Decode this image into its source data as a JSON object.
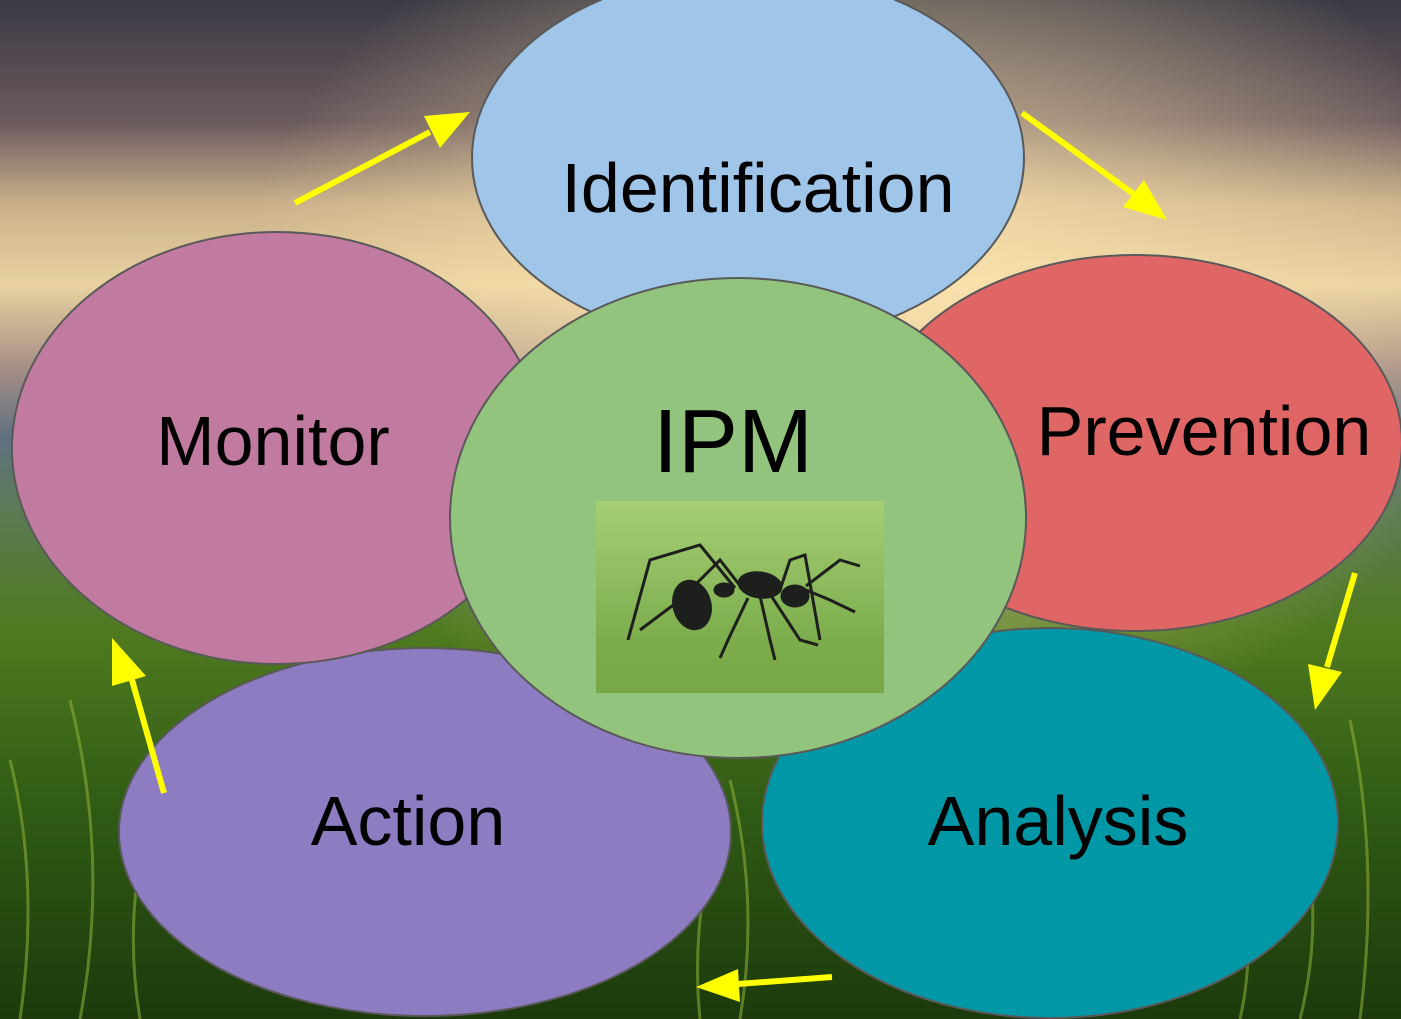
{
  "diagram": {
    "center": {
      "label": "IPM",
      "fill": "#93c47d",
      "photo_icon": "ant-photo"
    },
    "petals": [
      {
        "id": "identification",
        "label": "Identification",
        "fill": "#9fc5e8"
      },
      {
        "id": "prevention",
        "label": "Prevention",
        "fill": "#e06666"
      },
      {
        "id": "analysis",
        "label": "Analysis",
        "fill": "#0097a7"
      },
      {
        "id": "action",
        "label": "Action",
        "fill": "#8e7cc3"
      },
      {
        "id": "monitor",
        "label": "Monitor",
        "fill": "#c27ba0"
      }
    ],
    "arrow_color": "#ffff00",
    "outline_color": "#595959",
    "background_icon": "sunset-grass-meadow-photo"
  }
}
